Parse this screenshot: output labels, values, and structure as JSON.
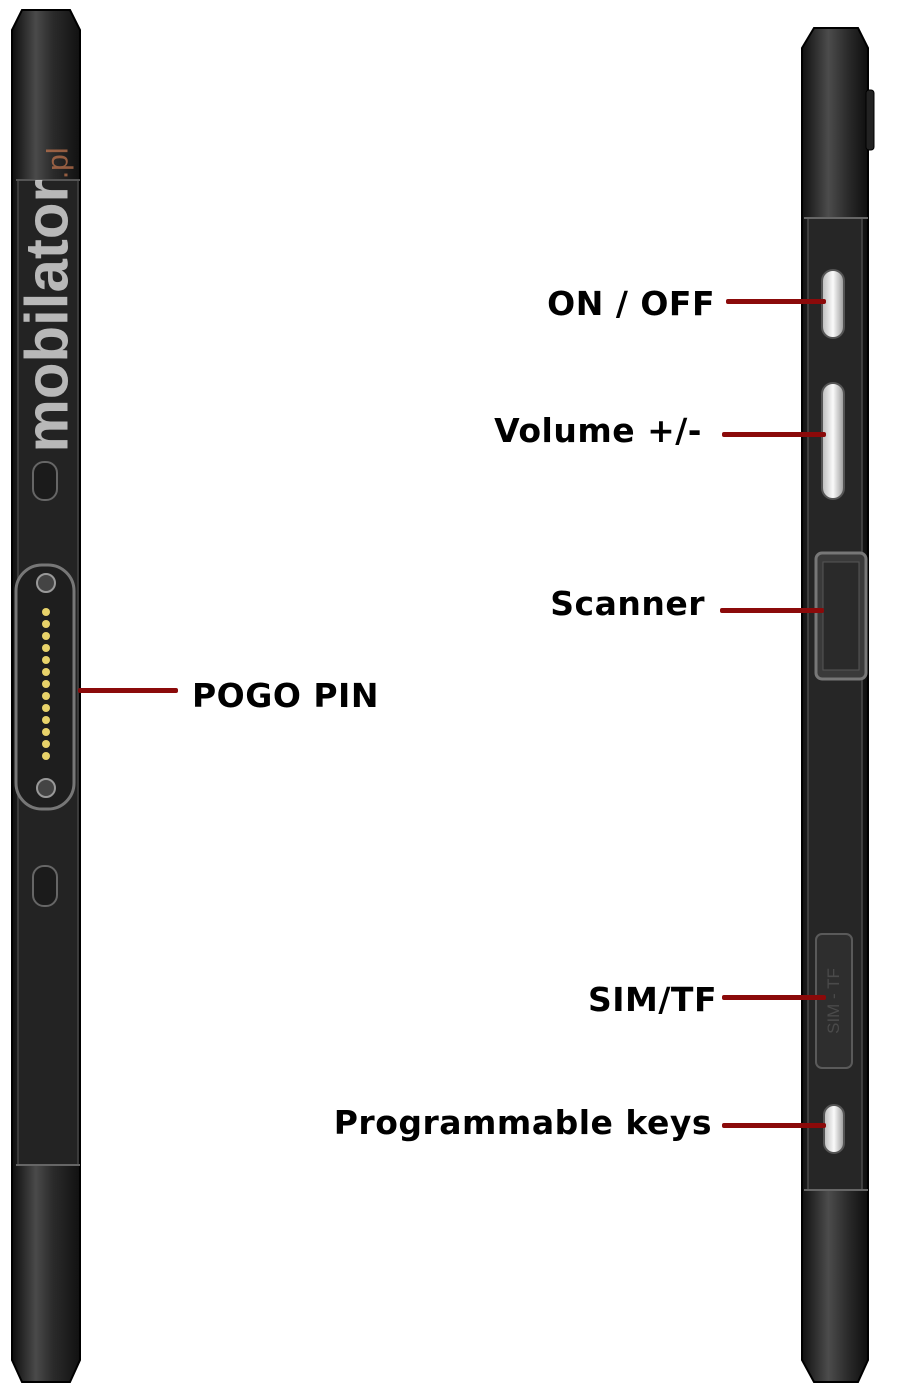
{
  "watermark": {
    "text": "mobilator",
    "suffix": ".pl"
  },
  "callouts": {
    "pogo_pin": "POGO PIN",
    "on_off": "ON / OFF",
    "volume": "Volume +/-",
    "scanner": "Scanner",
    "sim_tf": "SIM/TF",
    "programmable_keys": "Programmable keys"
  },
  "slot_marking": "SIM - TF",
  "colors": {
    "leader_line": "#8b0a0a",
    "device_body": "#2a2a2a",
    "pogo_pins": "#e8d36a"
  }
}
